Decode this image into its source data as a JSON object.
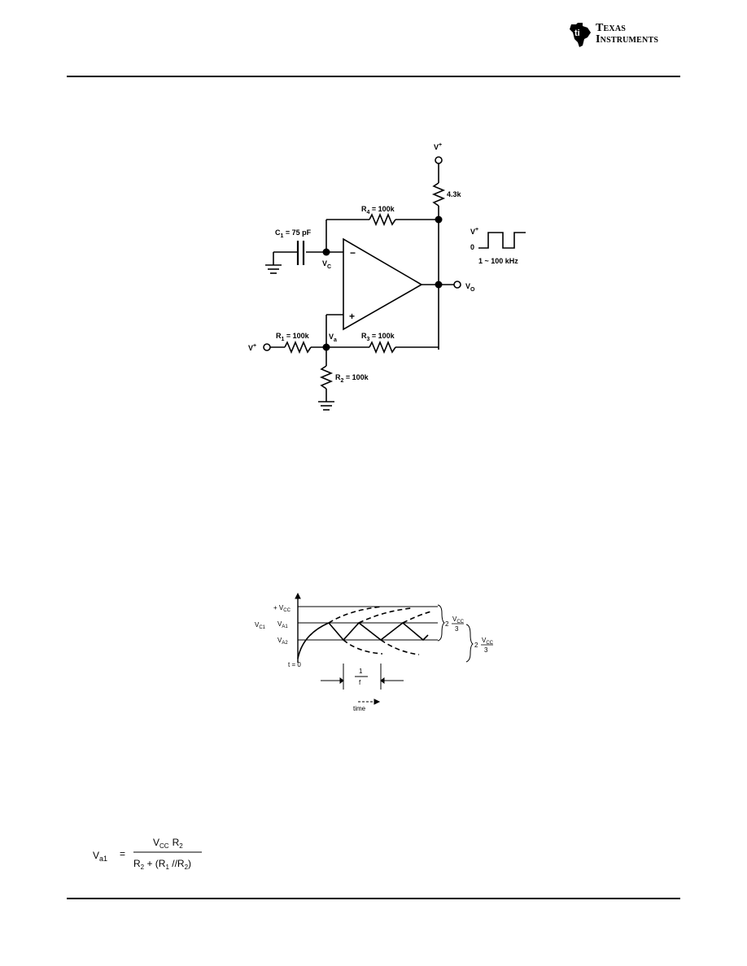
{
  "header": {
    "logo": {
      "icon": "ti-state-icon",
      "line1": "Texas",
      "line2": "Instruments"
    }
  },
  "schematic": {
    "supply_top": "V",
    "supply_top_sup": "+",
    "pullup_resistor": "4.3k",
    "r4": {
      "name": "R",
      "sub": "4",
      "value": " = 100k"
    },
    "c1": {
      "name": "C",
      "sub": "1",
      "value": " = 75 pF"
    },
    "vc": {
      "name": "V",
      "sub": "C"
    },
    "minus": "−",
    "plus": "+",
    "output": {
      "name": "V",
      "sub": "O"
    },
    "square_wave": {
      "label": "V",
      "label_sup": "+",
      "zero": "0",
      "freq": "1 ~ 100 kHz"
    },
    "input": {
      "name": "V",
      "sup": "+"
    },
    "r1": {
      "name": "R",
      "sub": "1",
      "value": " = 100k"
    },
    "va": {
      "name": "V",
      "sub": "a"
    },
    "r3": {
      "name": "R",
      "sub": "3",
      "value": " = 100k"
    },
    "r2": {
      "name": "R",
      "sub": "2",
      "value": " = 100k"
    }
  },
  "timing": {
    "plus_vcc": {
      "prefix": "+ V",
      "sub": "CC"
    },
    "vc1": {
      "name": "V",
      "sub": "C1"
    },
    "va1": {
      "name": "V",
      "sub": "A1"
    },
    "va2": {
      "name": "V",
      "sub": "A2"
    },
    "t0": "t = 0",
    "period": {
      "num": "1",
      "den": "f"
    },
    "time": "time",
    "brace1": {
      "coef": "2",
      "num_name": "V",
      "num_sub": "CC",
      "den": "3"
    },
    "brace2": {
      "coef": "2",
      "num_name": "V",
      "num_sub": "CC",
      "den": "3"
    }
  },
  "equation": {
    "lhs_name": "V",
    "lhs_sub": "a1",
    "equals": "=",
    "num_v": "V",
    "num_v_sub": "CC",
    "num_r": "R",
    "num_r_sub": "2",
    "den_r2": "R",
    "den_r2_sub": "2",
    "den_rest": " + (R",
    "den_r1_sub": "1",
    "den_par": " //R",
    "den_r2b_sub": "2",
    "den_close": ")"
  }
}
